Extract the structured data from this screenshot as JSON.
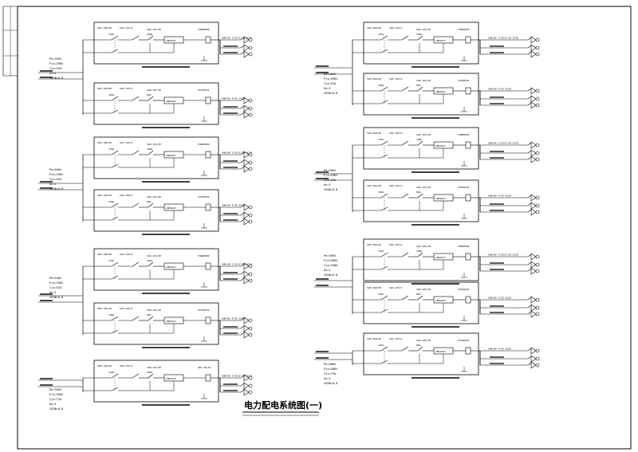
{
  "drawing": {
    "title": "电力配电系统图(一)"
  },
  "left_panels": [
    {
      "params": [
        "Pe=35KV",
        "Pjs=29KV",
        "Ijs=52A",
        "Kx=1",
        "COSΦ=0.8"
      ],
      "units": [
        {
          "main_breaker": "S2N-160/4P",
          "rated": "125A",
          "isolator": "S4D-125/4",
          "branch": "S2N-125/3P",
          "branch_rated": "100A",
          "contactor": "LBR1037",
          "out_label": "TAB00060",
          "cable": "GHN-BV 3*25+2*16-SC50"
        },
        {
          "main_breaker": "S2N-160/4P",
          "rated": "160A",
          "isolator": "S4D-125/4",
          "branch": "S2N-125/3P",
          "branch_rated": "80A",
          "contactor": "LBR1023",
          "out_label": "TAT00252",
          "cable": "GHN-BV 4*25-SC50"
        }
      ]
    },
    {
      "params": [
        "Pe=59KV",
        "Pjs=29KV",
        "Ijs=52A",
        "Kx=1",
        "COSΦ=0.8"
      ],
      "units": [
        {
          "main_breaker": "S2N-160/4P",
          "rated": "125A",
          "isolator": "S4D-125/4",
          "branch": "S2N-125/3P",
          "branch_rated": "100A",
          "contactor": "LBR1037",
          "out_label": "TAB00060",
          "cable": "GHN-BV 3*25+2*16-SC50"
        },
        {
          "main_breaker": "S2N-160/4P",
          "rated": "160A",
          "isolator": "S4D-100/4",
          "branch": "S2N-125/3P",
          "branch_rated": "80A",
          "contactor": "LBR1023",
          "out_label": "TAT00252",
          "cable": "GHN-BV 4*25-SC50"
        }
      ]
    },
    {
      "params": [
        "Pe=53KV",
        "Pjs=29KV",
        "Ijs=52A",
        "Kx=1",
        "COSΦ=0.8"
      ],
      "units": [
        {
          "main_breaker": "S2N-160/4P",
          "rated": "125A",
          "isolator": "S4D-125/4",
          "branch": "S2N-125/3P",
          "branch_rated": "100A",
          "contactor": "LBR1037",
          "out_label": "TAB00060",
          "cable": "GHN-BV 3*25+2*16-SC50"
        },
        {
          "main_breaker": "S2N-160/4P",
          "rated": "160A",
          "isolator": "S4D-125/4",
          "branch": "S2N-125/3P",
          "branch_rated": "80A",
          "contactor": "LBR1023",
          "out_label": "TAT00252",
          "cable": "GHN-BV 4*25-SC50"
        }
      ]
    },
    {
      "params": [
        "Pe=35KV",
        "Pjs=35KV",
        "Ijs=71A",
        "Kx=1",
        "COSΦ=0.8"
      ],
      "units": [
        {
          "main_breaker": "S2N-160/4P",
          "rated": "125A",
          "isolator": "S4D-125/4",
          "branch": "S2N-125/3P",
          "branch_rated": "100A",
          "contactor": "LBR1045",
          "out_label": "GB1-40/3S",
          "cable": "GHN-BV 3*25+2*16-SC50"
        }
      ]
    }
  ],
  "right_panels": [
    {
      "params": [
        "Pe=29KV",
        "Pjs=29KV",
        "Ijs=52A",
        "Kx=1",
        "COSΦ=0.8"
      ],
      "units": [
        {
          "main_breaker": "S2N-160/4P",
          "rated": "125A",
          "isolator": "S4D-125/4",
          "branch": "S2N-125/3P",
          "branch_rated": "100A",
          "contactor": "LBR1037",
          "out_label": "TAB00060",
          "cable": "GHN-BV 3*25+2*16-SC50"
        },
        {
          "main_breaker": "S2N-160/4P",
          "rated": "160A",
          "isolator": "S4D-125/4",
          "branch": "S2N-125/3P",
          "branch_rated": "80A",
          "contactor": "LBR1023",
          "out_label": "TAT00252",
          "cable": "GHN-BV 4*25-SC50"
        }
      ]
    },
    {
      "params": [
        "Pe=59KV",
        "Pjs=29KV",
        "Ijs=52A",
        "Kx=1",
        "COSΦ=0.8"
      ],
      "units": [
        {
          "main_breaker": "S2N-160/4P",
          "rated": "125A",
          "isolator": "S4D-125/4",
          "branch": "S2N-125/3P",
          "branch_rated": "100A",
          "contactor": "LBR1037",
          "out_label": "TAB00060",
          "cable": "GHN-BV 3*25+2*16-SC50"
        },
        {
          "main_breaker": "S2N-160/4P",
          "rated": "160A",
          "isolator": "S4D-125/4",
          "branch": "S2N-125/3P",
          "branch_rated": "80A",
          "contactor": "LBR1023",
          "out_label": "TAT00252",
          "cable": "GHN-BV 4*25-SC50"
        }
      ]
    },
    {
      "params": [
        "Pe=59KV",
        "Pjs=59KV",
        "Ijs=100A",
        "Kx=1",
        "COSΦ=0.8"
      ],
      "units": [
        {
          "main_breaker": "S2N-160/4P",
          "rated": "125A",
          "isolator": "S4D-125/4",
          "branch": "S2N-125/3P",
          "branch_rated": "100A",
          "contactor": "LBR1037",
          "out_label": "TAB00060",
          "cable": "GHN-BV 3*25+2*16-SC50"
        },
        {
          "main_breaker": "S2N-160/4P",
          "rated": "160A",
          "isolator": "S4D-125/4",
          "branch": "S2N-125/3P",
          "branch_rated": "80A",
          "contactor": "LBR1023",
          "out_label": "TAT00252",
          "cable": "GHN-BV 4*25-SC50"
        }
      ]
    },
    {
      "params": [
        "Pe=48KV",
        "Pjs=48KV",
        "Ijs=79A",
        "Kx=1",
        "COSΦ=0.8"
      ],
      "units": [
        {
          "main_breaker": "S2N-160/4P",
          "rated": "125A",
          "isolator": "S4D-125/4",
          "branch": "S2N-125/3P",
          "branch_rated": "80A",
          "contactor": "LBR1023",
          "out_label": "TAT00252",
          "cable": "GHN-BV 4*25-SC50"
        }
      ]
    }
  ]
}
